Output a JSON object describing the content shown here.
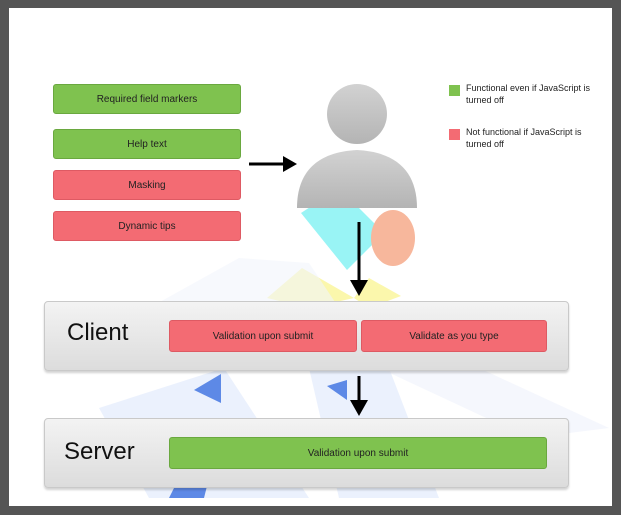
{
  "features": [
    {
      "label": "Required field markers",
      "status": "functional"
    },
    {
      "label": "Help text",
      "status": "functional"
    },
    {
      "label": "Masking",
      "status": "not_functional"
    },
    {
      "label": "Dynamic tips",
      "status": "not_functional"
    }
  ],
  "legend": [
    {
      "color": "#7fc24f",
      "text": "Functional even if JavaScript is turned off"
    },
    {
      "color": "#f36b73",
      "text": "Not functional if JavaScript is turned off"
    }
  ],
  "client": {
    "label": "Client",
    "items": [
      "Validation upon submit",
      "Validate as you type"
    ]
  },
  "server": {
    "label": "Server",
    "items": [
      "Validation upon submit"
    ]
  },
  "colors": {
    "functional": "#7fc24f",
    "not_functional": "#f36b73",
    "frame": "#555555",
    "person": "#c4c4c4"
  },
  "icons": [
    "user-silhouette-icon",
    "arrow-right-icon",
    "arrow-down-icon"
  ]
}
